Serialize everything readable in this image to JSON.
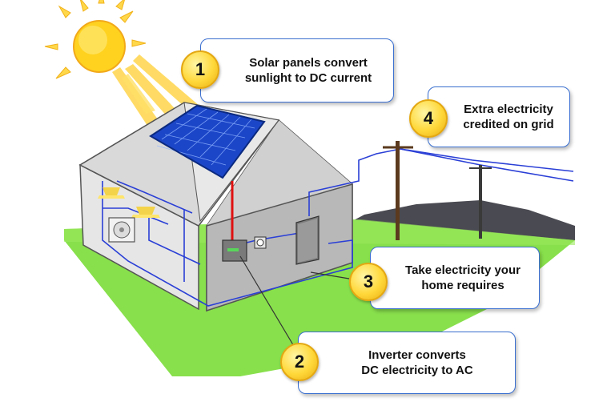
{
  "callouts": [
    {
      "number": "1",
      "line1": "Solar panels convert",
      "line2": "sunlight to DC current"
    },
    {
      "number": "2",
      "line1": "Inverter converts",
      "line2": "DC electricity to AC"
    },
    {
      "number": "3",
      "line1": "Take electricity your",
      "line2": "home requires"
    },
    {
      "number": "4",
      "line1": "Extra electricity",
      "line2": "credited on grid"
    }
  ],
  "colors": {
    "sun": "#ffd21f",
    "panel": "#1f4fd1",
    "grass": "#86e04a",
    "wire_blue": "#2a3fd6",
    "wire_red": "#e01010",
    "callout_border": "#3a6fd0",
    "badge": "#ffd83a"
  },
  "icons": [
    "sun-icon",
    "solar-panel-icon",
    "house-icon",
    "inverter-icon",
    "meter-icon",
    "utility-pole-icon",
    "lamp-icon",
    "ac-unit-icon"
  ]
}
